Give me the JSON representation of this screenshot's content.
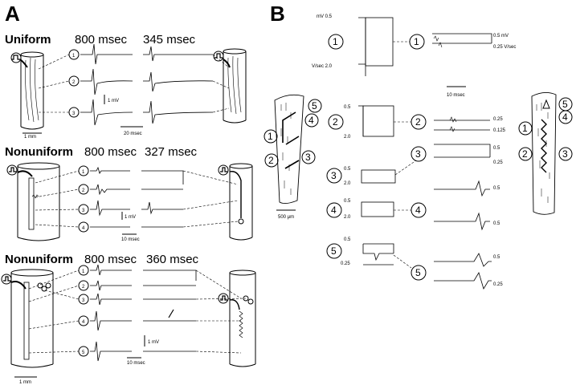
{
  "panel_a": {
    "label": "A",
    "sections": [
      {
        "title": "Uniform",
        "times": [
          "800 msec",
          "345 msec"
        ],
        "rows": [
          "1",
          "2",
          "3"
        ],
        "scale_v": "1 mV",
        "scale_t": "20 msec",
        "scale_x": "1 mm"
      },
      {
        "title": "Nonuniform",
        "times": [
          "800 msec",
          "327 msec"
        ],
        "rows": [
          "1",
          "2",
          "3",
          "4"
        ],
        "scale_v": "1 mV",
        "scale_t": "10 msec"
      },
      {
        "title": "Nonuniform",
        "times": [
          "800 msec",
          "360 msec"
        ],
        "rows": [
          "1",
          "2",
          "3",
          "4",
          "5"
        ],
        "scale_v": "1 mV",
        "scale_t": "10 msec",
        "scale_x": "1 mm"
      }
    ]
  },
  "panel_b": {
    "label": "B",
    "left_traces": {
      "row1": {
        "num": "1",
        "top": "mV 0.5",
        "bottom": "V/sec 2.0"
      },
      "row2": {
        "num": "2",
        "top": "0.5",
        "bottom": "2.0"
      },
      "row3": {
        "num": "3",
        "top": "0.5",
        "bottom": "2.0"
      },
      "row4": {
        "num": "4",
        "top": "0.5",
        "bottom": "2.0"
      },
      "row5": {
        "num": "5",
        "top": "0.5",
        "bottom": "0.25"
      }
    },
    "right_traces": {
      "row1": {
        "num": "1",
        "top": "0.5 mV",
        "bottom": "0.25 V/sec"
      },
      "row2": {
        "num": "2",
        "top": "0.25",
        "bottom": "0.125"
      },
      "row3": {
        "num": "3",
        "top": "0.5",
        "bottom": "0.25"
      },
      "row4": {
        "num": "4",
        "top": "0.5",
        "bottom": "0.5"
      },
      "row5": {
        "num": "5",
        "top": "0.5",
        "bottom": "0.25"
      }
    },
    "time_scale": "10 msec",
    "space_scale": "500 μm",
    "tissue_nums": [
      "1",
      "2",
      "3",
      "4",
      "5"
    ]
  }
}
